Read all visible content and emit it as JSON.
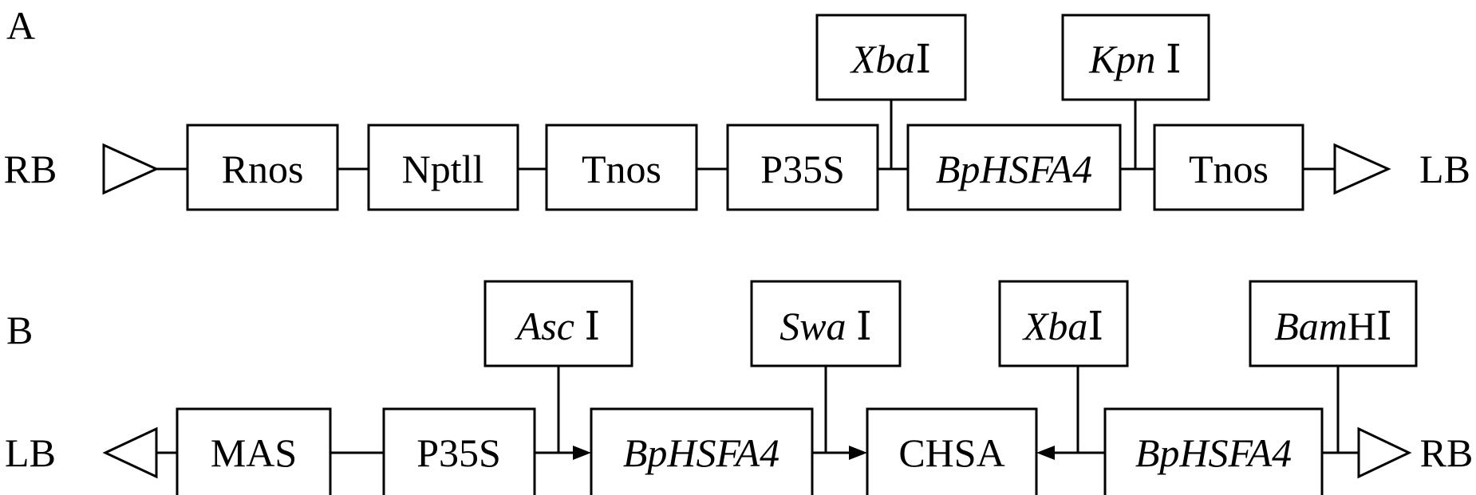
{
  "diagram": {
    "rows": [
      {
        "panel": "A",
        "left_end": "RB",
        "right_end": "LB",
        "boxes": [
          {
            "label": "Rnos",
            "italic": false
          },
          {
            "label": "Nptll",
            "italic": false
          },
          {
            "label": "Tnos",
            "italic": false
          },
          {
            "label": "P35S",
            "italic": false
          },
          {
            "label": "BpHSFA4",
            "italic": true
          },
          {
            "label": "Tnos",
            "italic": false
          }
        ],
        "sites": [
          {
            "name": "Xba",
            "suffix": "Ⅰ"
          },
          {
            "name": "Kpn",
            "suffix": "Ⅰ"
          }
        ]
      },
      {
        "panel": "B",
        "left_end": "LB",
        "right_end": "RB",
        "boxes": [
          {
            "label": "MAS",
            "italic": false
          },
          {
            "label": "P35S",
            "italic": false
          },
          {
            "label": "BpHSFA4",
            "italic": true
          },
          {
            "label": "CHSA",
            "italic": false
          },
          {
            "label": "BpHSFA4",
            "italic": true
          }
        ],
        "sites": [
          {
            "name": "Asc",
            "suffix": "Ⅰ"
          },
          {
            "name": "Swa",
            "suffix": "Ⅰ"
          },
          {
            "name": "Xba",
            "suffix": "Ⅰ"
          },
          {
            "name": "Bam",
            "suffix": "HⅠ"
          }
        ]
      }
    ]
  }
}
